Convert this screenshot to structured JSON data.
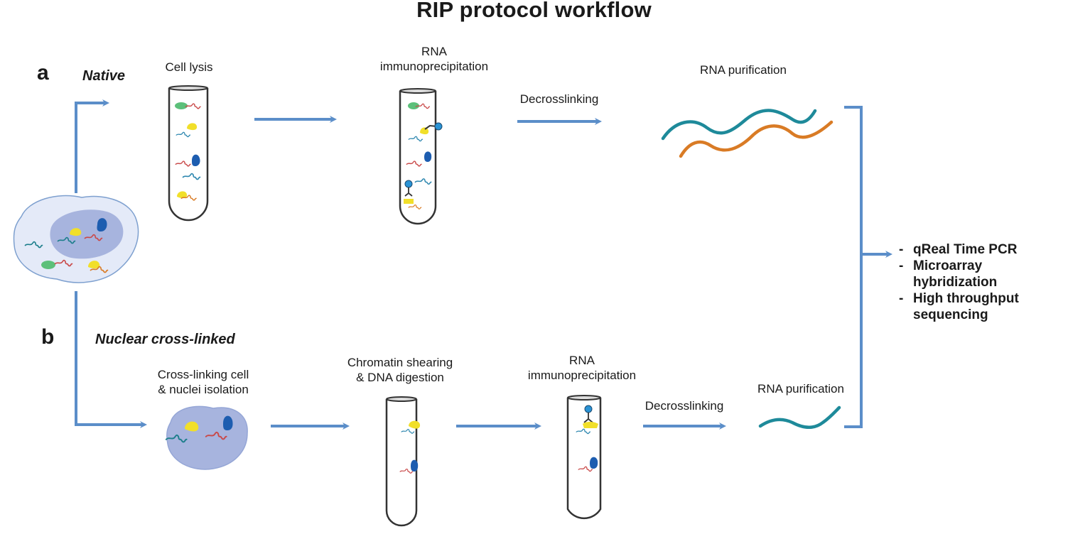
{
  "title": "RIP protocol workflow",
  "colors": {
    "arrow": "#5b8ec9",
    "rna_teal": "#1e8a9a",
    "rna_orange": "#d97b25",
    "cell_outer": "#e4eaf8",
    "nucleus": "#a7b4de",
    "protein_yellow": "#f1df2a",
    "protein_blue": "#1d5db0",
    "protein_green": "#5cc07a",
    "antibody_bead": "#2a93d5"
  },
  "panel_a": {
    "letter": "a",
    "branch_label": "Native",
    "steps": [
      {
        "label_lines": [
          "Cell lysis"
        ],
        "icon": "test-tube-lysate"
      },
      {
        "label_lines": [
          "RNA",
          "immunoprecipitation"
        ],
        "icon": "test-tube-antibody"
      },
      {
        "label_lines": [
          "Decrosslinking"
        ],
        "icon": "arrow"
      },
      {
        "label_lines": [
          "RNA purification"
        ],
        "icon": "purified-rna-two-strands"
      }
    ]
  },
  "panel_b": {
    "letter": "b",
    "branch_label": "Nuclear cross-linked",
    "steps": [
      {
        "label_lines": [
          "Cross-linking cell",
          "& nuclei isolation"
        ],
        "icon": "nucleus"
      },
      {
        "label_lines": [
          "Chromatin shearing",
          "& DNA digestion"
        ],
        "icon": "test-tube-sheared"
      },
      {
        "label_lines": [
          "RNA",
          "immunoprecipitation"
        ],
        "icon": "test-tube-antibody"
      },
      {
        "label_lines": [
          "Decrosslinking"
        ],
        "icon": "arrow"
      },
      {
        "label_lines": [
          "RNA purification"
        ],
        "icon": "purified-rna-one-strand"
      }
    ]
  },
  "start_icon": "cell-with-nucleus",
  "downstream": {
    "items": [
      {
        "dash": "-",
        "lines": [
          "qReal Time PCR"
        ]
      },
      {
        "dash": "-",
        "lines": [
          "Microarray",
          "hybridization"
        ]
      },
      {
        "dash": "-",
        "lines": [
          "High throughput",
          "sequencing"
        ]
      }
    ]
  }
}
